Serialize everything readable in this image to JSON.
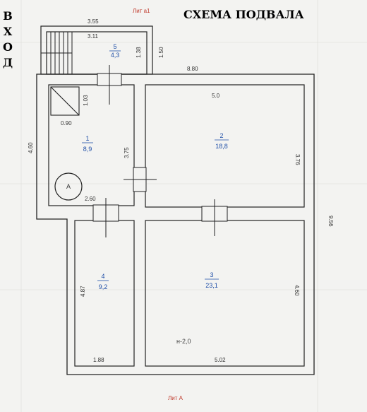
{
  "title": "СХЕМА ПОДВАЛА",
  "entrance_letters": [
    "В",
    "Х",
    "О",
    "Д"
  ],
  "lit_top": "Лит а1",
  "lit_bottom": "Лит А",
  "level_mark": "н-2,0",
  "stair_symbol": "A",
  "rooms": [
    {
      "num": "1",
      "area": "8,9"
    },
    {
      "num": "2",
      "area": "18,8"
    },
    {
      "num": "3",
      "area": "23,1"
    },
    {
      "num": "4",
      "area": "9,2"
    },
    {
      "num": "5",
      "area": "4,3"
    }
  ],
  "dimensions": {
    "top_outer_width": "3.55",
    "porch_inner_width": "3.11",
    "porch_depth": "1.38",
    "porch_outer": "1.50",
    "main_width": "8.80",
    "room1_height": "4.60",
    "room1_niche_h": "1.03",
    "room1_niche_w": "0.90",
    "room1_depth": "3.75",
    "room1_width": "2.60",
    "room2_width": "5.0",
    "room2_depth": "3.76",
    "overall_height": "9.56",
    "room4_depth": "4.87",
    "room4_width": "1.88",
    "room3_depth": "4.60",
    "room3_width": "5.02"
  },
  "colors": {
    "wall": "#222222",
    "room_label": "#1f4fa8",
    "lit_label": "#c0392b"
  }
}
